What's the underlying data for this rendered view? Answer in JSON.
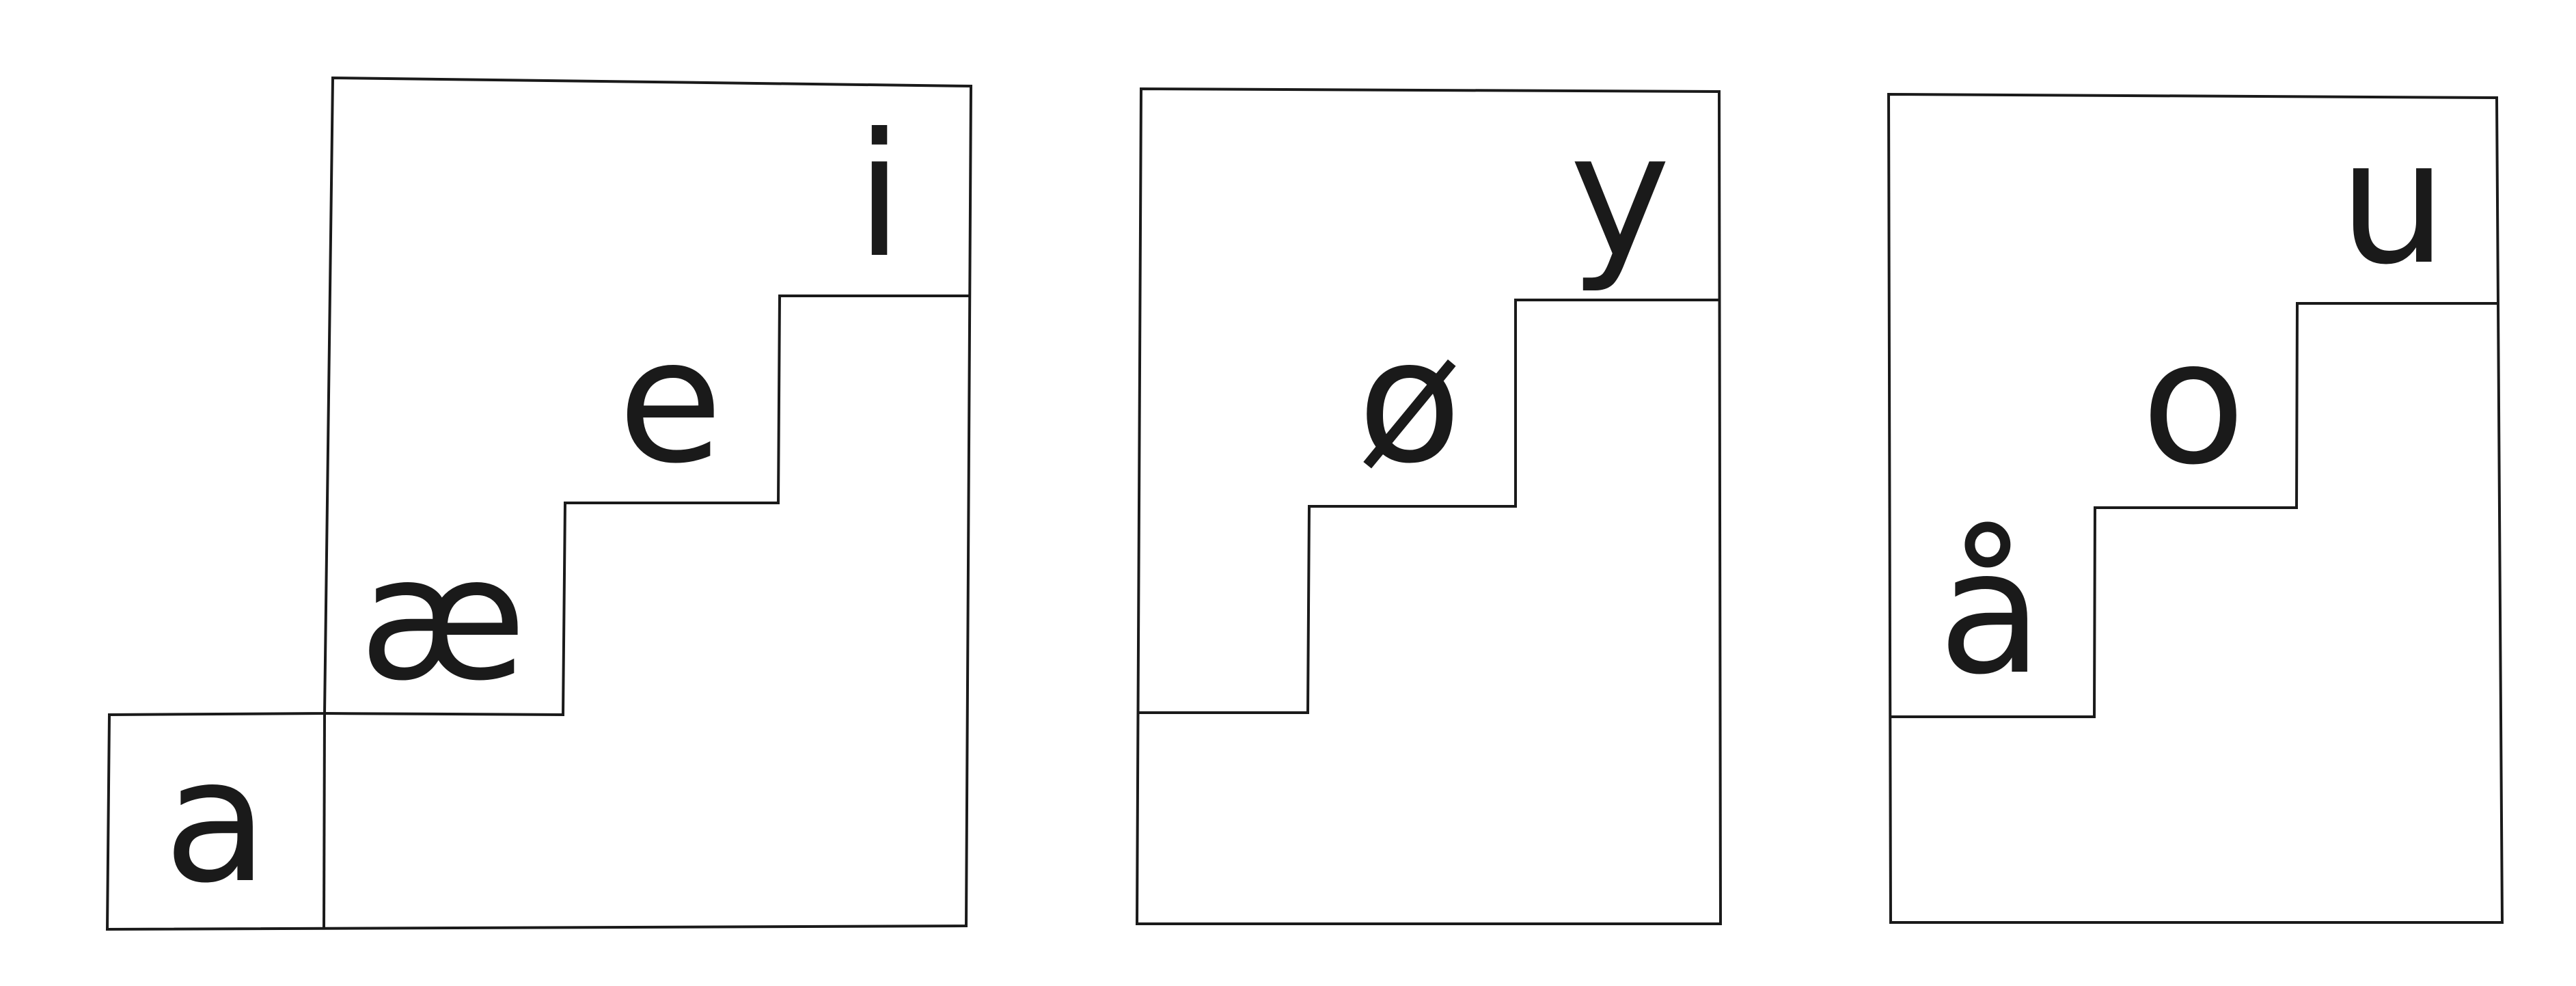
{
  "panels": [
    {
      "id": "front-unrounded",
      "vowels": [
        "a",
        "æ",
        "e",
        "i"
      ]
    },
    {
      "id": "front-rounded",
      "vowels": [
        "ø",
        "y"
      ]
    },
    {
      "id": "back-rounded",
      "vowels": [
        "å",
        "o",
        "u"
      ]
    }
  ],
  "colors": {
    "line": "#1a1a1a",
    "text": "#1a1a1a",
    "background": "#ffffff"
  }
}
